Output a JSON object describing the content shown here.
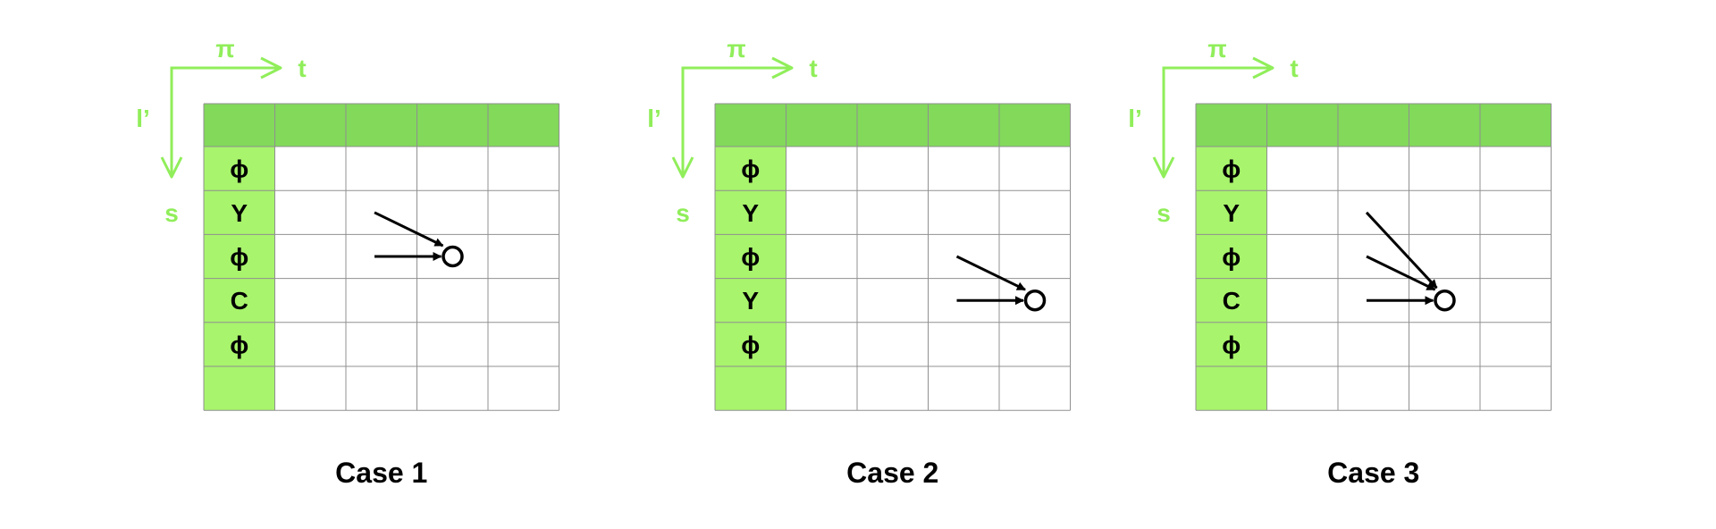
{
  "colors": {
    "axis": "#90ee5a",
    "header": "#82d95a",
    "column": "#a8f46c",
    "grid": "#909090",
    "arrow": "#000000"
  },
  "icons": {
    "axis-right": "arrow-right-icon",
    "axis-down": "arrow-down-icon",
    "target": "circle-icon"
  },
  "panels": [
    {
      "caption": "Case 1",
      "axis_top_label": "π",
      "axis_top_end": "t",
      "axis_left_label": "l’",
      "axis_left_end": "s",
      "column_symbols": [
        "ϕ",
        "Y",
        "ϕ",
        "C",
        "ϕ",
        ""
      ],
      "target_cell": {
        "col": 3,
        "row": 2
      },
      "incoming_arrows": [
        "diagonal",
        "horizontal"
      ]
    },
    {
      "caption": "Case 2",
      "axis_top_label": "π",
      "axis_top_end": "t",
      "axis_left_label": "l’",
      "axis_left_end": "s",
      "column_symbols": [
        "ϕ",
        "Y",
        "ϕ",
        "Y",
        "ϕ",
        ""
      ],
      "target_cell": {
        "col": 4,
        "row": 3
      },
      "incoming_arrows": [
        "diagonal",
        "horizontal"
      ]
    },
    {
      "caption": "Case 3",
      "axis_top_label": "π",
      "axis_top_end": "t",
      "axis_left_label": "l’",
      "axis_left_end": "s",
      "column_symbols": [
        "ϕ",
        "Y",
        "ϕ",
        "C",
        "ϕ",
        ""
      ],
      "target_cell": {
        "col": 3,
        "row": 3
      },
      "incoming_arrows": [
        "diagonal-skip",
        "diagonal",
        "horizontal"
      ]
    }
  ]
}
